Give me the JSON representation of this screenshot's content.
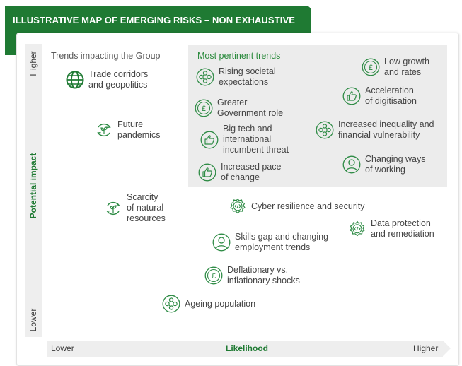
{
  "header": {
    "title": "ILLUSTRATIVE MAP OF EMERGING RISKS – NON EXHAUSTIVE"
  },
  "axes": {
    "y": {
      "title": "Potential impact",
      "low": "Lower",
      "high": "Higher"
    },
    "x": {
      "title": "Likelihood",
      "low": "Lower",
      "high": "Higher"
    }
  },
  "legend": {
    "group_trends": "Trends impacting the Group",
    "pertinent_trends": "Most pertinent trends"
  },
  "colors": {
    "brand_green": "#1f7a33",
    "icon_green": "#2e8b45",
    "pertinent_bg": "#ececec"
  },
  "items": {
    "trade": {
      "text": "Trade corridors\nand geopolitics",
      "icon": "globe-icon"
    },
    "pandemics": {
      "text": "Future\npandemics",
      "icon": "recycle-leaf-icon"
    },
    "scarcity": {
      "text": "Scarcity\nof natural\nresources",
      "icon": "recycle-leaf-icon"
    },
    "societal": {
      "text": "Rising societal\nexpectations",
      "icon": "network-people-icon"
    },
    "government": {
      "text": "Greater\nGovernment role",
      "icon": "pound-coin-icon"
    },
    "bigtech": {
      "text": "Big tech and\ninternational\nincumbent threat",
      "icon": "thumbs-up-icon"
    },
    "pace": {
      "text": "Increased pace\nof change",
      "icon": "thumbs-up-icon"
    },
    "lowgrowth": {
      "text": "Low growth\nand rates",
      "icon": "pound-coin-icon"
    },
    "digitisation": {
      "text": "Acceleration\nof digitisation",
      "icon": "thumbs-up-icon"
    },
    "inequality": {
      "text": "Increased inequality and\nfinancial vulnerability",
      "icon": "network-people-icon"
    },
    "working": {
      "text": "Changing ways\nof working",
      "icon": "person-icon"
    },
    "cyber": {
      "text": "Cyber resilience and security",
      "icon": "gear-code-icon"
    },
    "dataprot": {
      "text": "Data protection\nand remediation",
      "icon": "gear-code-icon"
    },
    "skills": {
      "text": "Skills gap and changing\nemployment trends",
      "icon": "person-icon"
    },
    "deflation": {
      "text": "Deflationary vs.\ninflationary shocks",
      "icon": "pound-coin-icon"
    },
    "ageing": {
      "text": "Ageing population",
      "icon": "network-people-icon"
    }
  }
}
